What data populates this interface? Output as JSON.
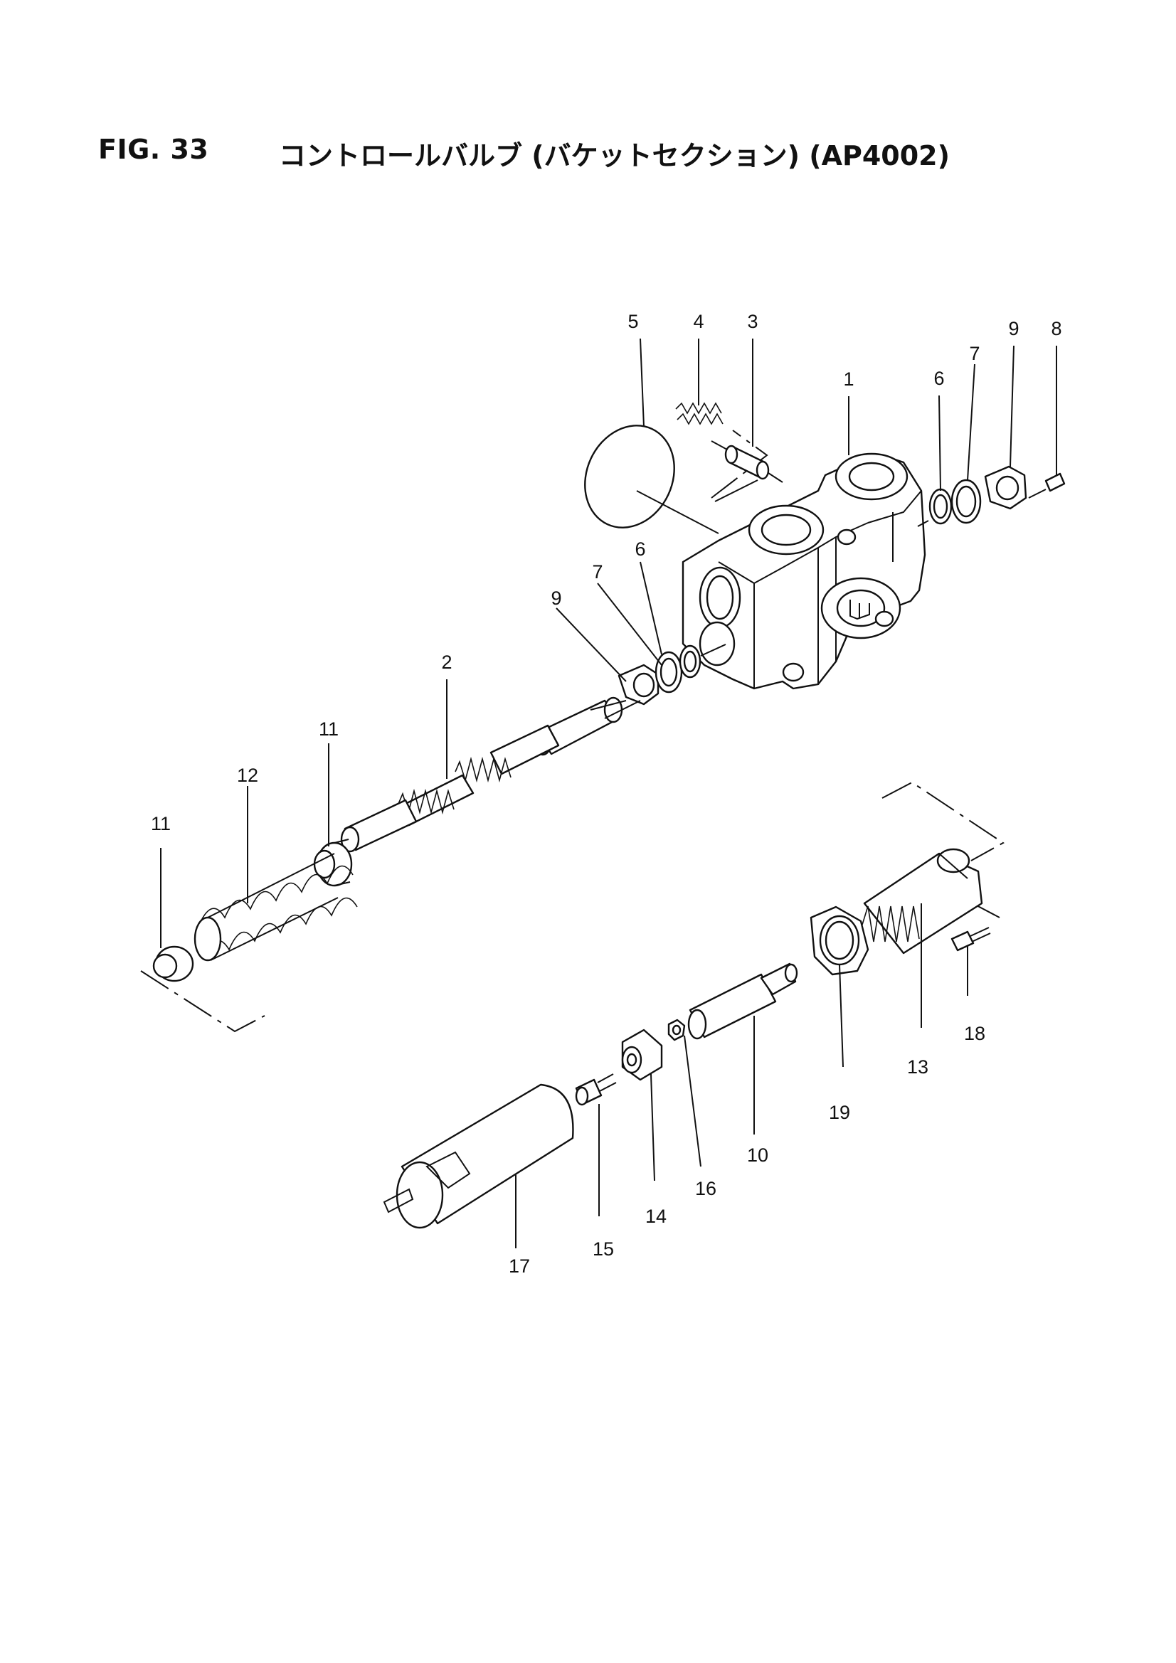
{
  "header": {
    "figure_number": "FIG. 33",
    "title": "コントロールバルブ (バケットセクション) (AP4002)"
  },
  "callouts": {
    "c1": "1",
    "c2": "2",
    "c3": "3",
    "c4": "4",
    "c5": "5",
    "c6a": "6",
    "c6b": "6",
    "c7a": "7",
    "c7b": "7",
    "c8": "8",
    "c9a": "9",
    "c9b": "9",
    "c10": "10",
    "c11a": "11",
    "c11b": "11",
    "c12": "12",
    "c13": "13",
    "c14": "14",
    "c15": "15",
    "c16": "16",
    "c17": "17",
    "c18": "18",
    "c19": "19"
  }
}
